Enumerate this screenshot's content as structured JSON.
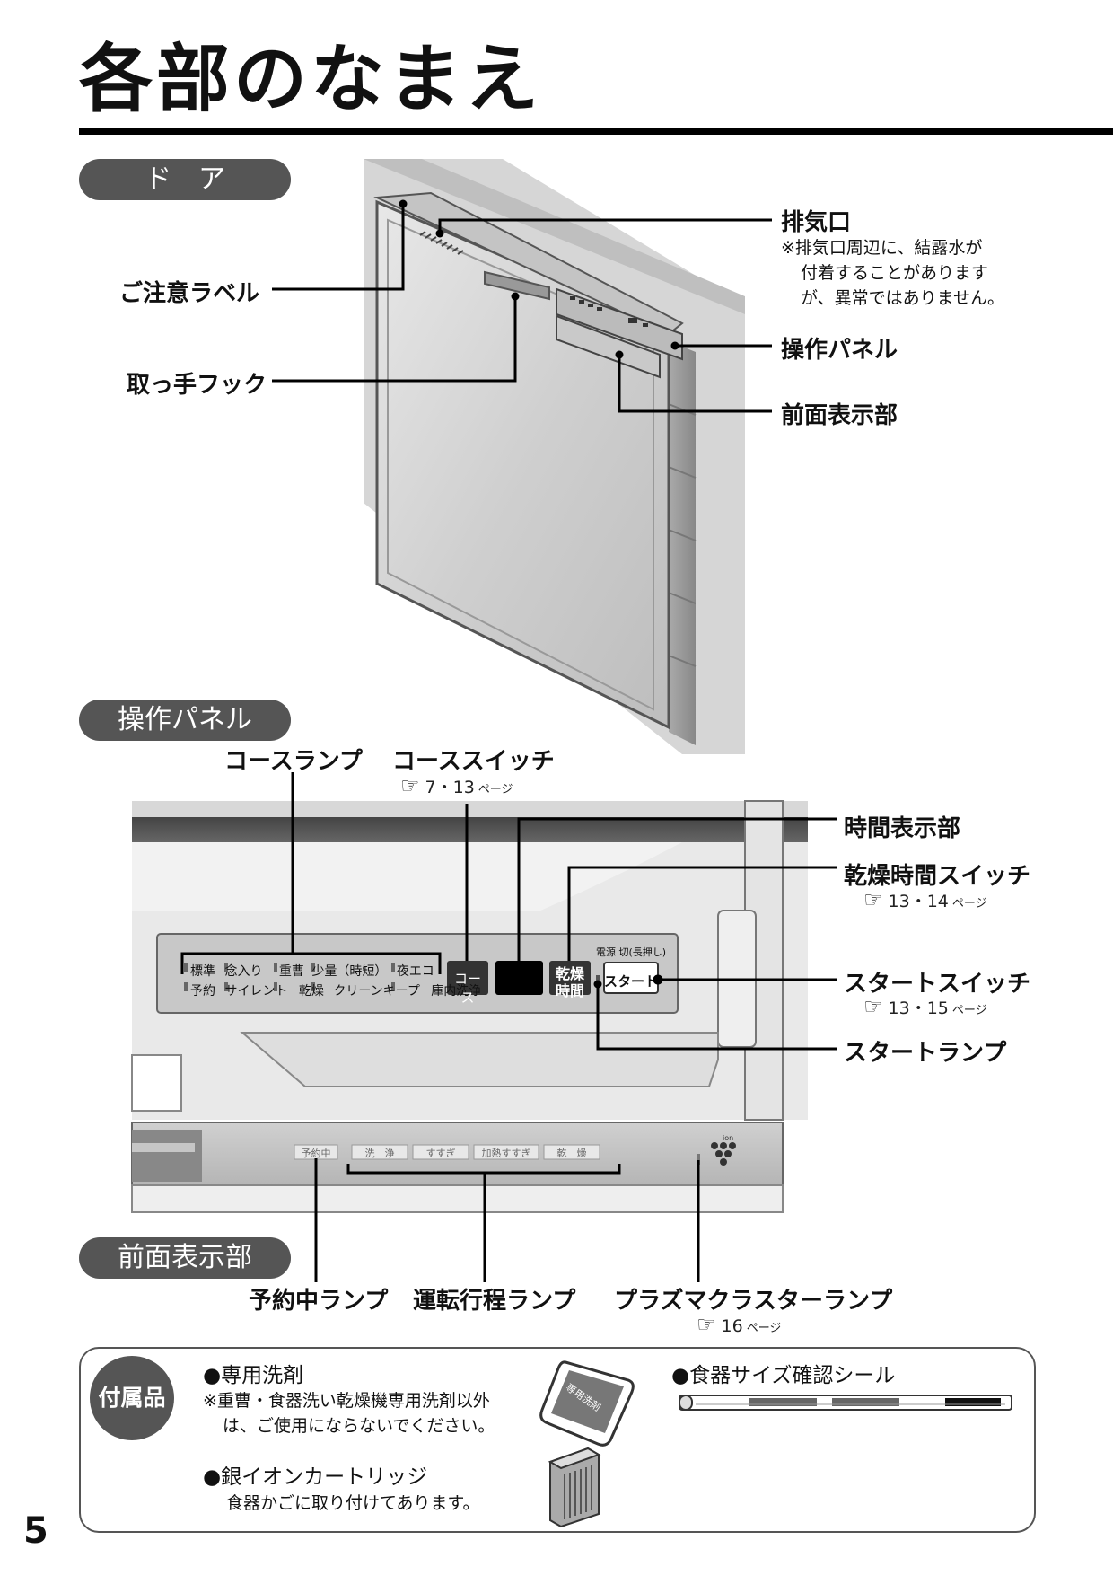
{
  "page_title": "各部のなまえ",
  "sections": {
    "door": "ド　ア",
    "panel": "操作パネル",
    "front": "前面表示部"
  },
  "door_labels": {
    "caution_label": "ご注意ラベル",
    "handle_hook": "取っ手フック",
    "exhaust": "排気口",
    "exhaust_note": [
      "※排気口周辺に、結露水が",
      "付着することがあります",
      "が、異常ではありません。"
    ],
    "control_panel": "操作パネル",
    "front_display": "前面表示部"
  },
  "panel_labels": {
    "course_lamp": "コースランプ",
    "course_switch": "コーススイッチ",
    "course_switch_ref": "7・13",
    "time_display": "時間表示部",
    "dry_switch": "乾燥時間スイッチ",
    "dry_switch_ref": "13・14",
    "start_switch": "スタートスイッチ",
    "start_switch_ref": "13・15",
    "start_lamp": "スタートランプ",
    "page_unit": "ページ"
  },
  "panel_ui": {
    "courses_row1": [
      "標準",
      "念入り",
      "重曹",
      "少量（時短）",
      "夜エコ"
    ],
    "courses_row2": [
      "予約",
      "サイレント",
      "乾燥",
      "クリーンキープ",
      "庫内洗浄"
    ],
    "course_btn": "コース",
    "dry_btn_1": "乾燥",
    "dry_btn_2": "時間",
    "power_label": "電源 切(長押し)",
    "start_btn": "スタート",
    "front_reserve": "予約中",
    "front_steps": [
      "洗　浄",
      "すすぎ",
      "加熱すすぎ",
      "乾　燥"
    ],
    "ion_mark": "ion"
  },
  "front_labels": {
    "reserve_lamp": "予約中ランプ",
    "process_lamp": "運転行程ランプ",
    "plasma_lamp": "プラズマクラスターランプ",
    "plasma_ref": "16"
  },
  "accessories": {
    "badge": "付属品",
    "detergent": "●専用洗剤",
    "detergent_note": [
      "※重曹・食器洗い乾燥機専用洗剤以外",
      "は、ご使用にならないでください。"
    ],
    "detergent_pack_text": "専用洗剤",
    "size_seal": "●食器サイズ確認シール",
    "silver_ion": "●銀イオンカートリッジ",
    "silver_ion_note": "食器かごに取り付けてあります。"
  },
  "page_number": "5"
}
